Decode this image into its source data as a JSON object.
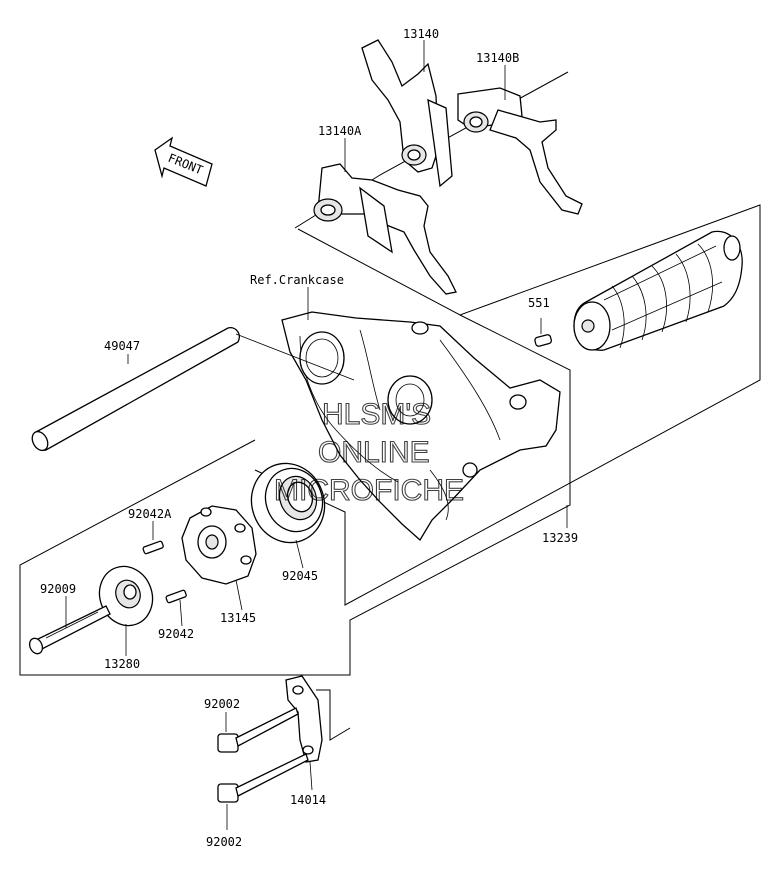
{
  "diagram": {
    "callouts": {
      "p13140": "13140",
      "p13140B": "13140B",
      "p13140A": "13140A",
      "ref_crankcase": "Ref.Crankcase",
      "p551": "551",
      "p49047": "49047",
      "p92042A": "92042A",
      "p92009": "92009",
      "p13280": "13280",
      "p92042": "92042",
      "p13145": "13145",
      "p92045": "92045",
      "p13239": "13239",
      "p92002_top": "92002",
      "p92002_bottom": "92002",
      "p14014": "14014"
    },
    "front_arrow_label": "FRONT",
    "watermark": {
      "line1": "HLSM'S",
      "line2": "ONLINE",
      "line3": "MICROFICHE"
    }
  }
}
